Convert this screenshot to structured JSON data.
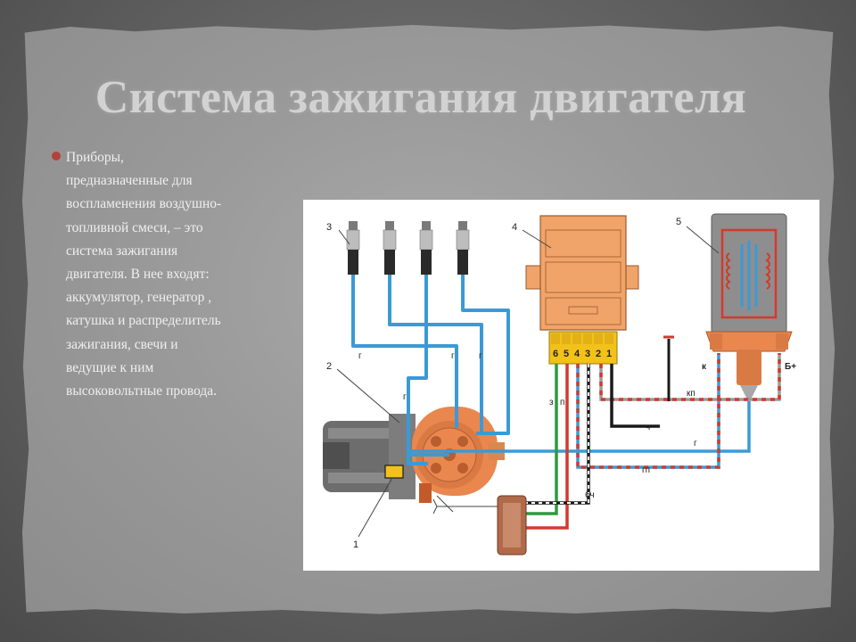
{
  "title": "Система зажигания двигателя",
  "body_lines": [
    "Приборы,",
    "предназначенные для",
    "воспламенения воздушно-",
    "топливной смеси, – это",
    "система зажигания",
    "двигателя. В нее входят:",
    "аккумулятор, генератор ,",
    "катушка и распределитель",
    "зажигания, свечи и",
    "ведущие к ним",
    "высоковольтные провода."
  ],
  "diagram": {
    "callouts": [
      "3",
      "4",
      "5",
      "2",
      "1"
    ],
    "wire_letters": {
      "g1": "г",
      "g2": "г",
      "g3": "г",
      "g4": "г",
      "g5": "г",
      "z": "з",
      "p": "п",
      "kp": "кп",
      "ch": "ч",
      "gp": "гп",
      "bch": "бч"
    },
    "connector_pins": [
      "6",
      "5",
      "4",
      "3",
      "2",
      "1"
    ],
    "coil_terminals": {
      "k": "к",
      "b": "Б+"
    },
    "colors": {
      "blue_wire": "#3b9ad6",
      "red_wire": "#d23a2e",
      "green_wire": "#2f9a3f",
      "black_wire": "#1a1a1a",
      "module_orange": "#f0a46a",
      "pin_yellow": "#f2c21a",
      "distributor_orange": "#e9874f",
      "coil_body": "#8e8e8e",
      "switch_brown": "#b06a4a"
    }
  }
}
